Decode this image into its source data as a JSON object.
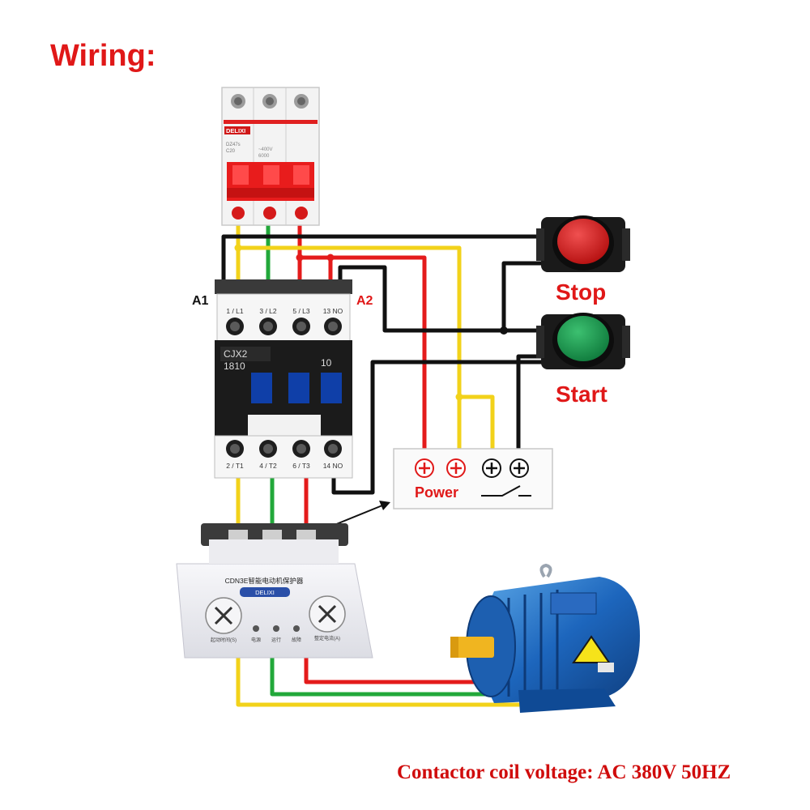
{
  "title": "Wiring:",
  "footer": "Contactor coil voltage: AC 380V 50HZ",
  "breaker": {
    "brand": "DELIXI",
    "small_text": [
      "DZ47s",
      "C20",
      "~400V",
      "6000"
    ]
  },
  "contactor": {
    "model_line1": "CJX2",
    "model_line2": "1810",
    "aux_label": "10",
    "coil_left": "A1",
    "coil_right": "A2",
    "top_terminals": [
      "1 / L1",
      "3 / L2",
      "5 / L3",
      "13 NO"
    ],
    "bottom_terminals": [
      "2 / T1",
      "4 / T2",
      "6 / T3",
      "14 NO"
    ]
  },
  "buttons": {
    "stop": "Stop",
    "start": "Start"
  },
  "protector_terminals": {
    "power_label": "Power"
  },
  "protector": {
    "title": "CDN3E智能电动机保护器",
    "brand": "DELIXI",
    "indicators": [
      "电源",
      "运行",
      "故障"
    ],
    "dial_left_label": "起动时间(S)",
    "dial_right_label": "整定电流(A)"
  },
  "colors": {
    "phase1": "#f2d21a",
    "phase2": "#22a83a",
    "phase3": "#e41b1b",
    "control": "#111111",
    "accent": "#e01818"
  }
}
